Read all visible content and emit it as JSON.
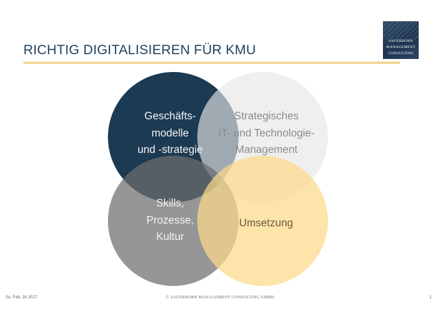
{
  "slide": {
    "title": "RICHTIG DIGITALISIEREN FÜR KMU",
    "logo": {
      "line1": "SAUERBORN",
      "line2": "MANAGEMENT",
      "line3": "CONSULTING"
    },
    "venn": [
      {
        "lines": [
          "Geschäfts-",
          "modelle",
          "und -strategie"
        ],
        "color": "#1c3a52"
      },
      {
        "lines": [
          "Strategisches",
          "IT- und Technologie-",
          "Management"
        ],
        "color": "#efefef"
      },
      {
        "lines": [
          "Skills,",
          "Prozesse,",
          "Kultur"
        ],
        "color": "#9a9a9a"
      },
      {
        "lines": [
          "Umsetzung"
        ],
        "color": "#fbe3a6"
      }
    ],
    "footer": {
      "date": "So. Feb. 26 2017",
      "copyright": "© SAUERBORN MANAGEMENT CONSULTING GMBH",
      "page": "1"
    }
  },
  "colors": {
    "accent_line": "#efd28a",
    "title": "#1f3f5c"
  }
}
